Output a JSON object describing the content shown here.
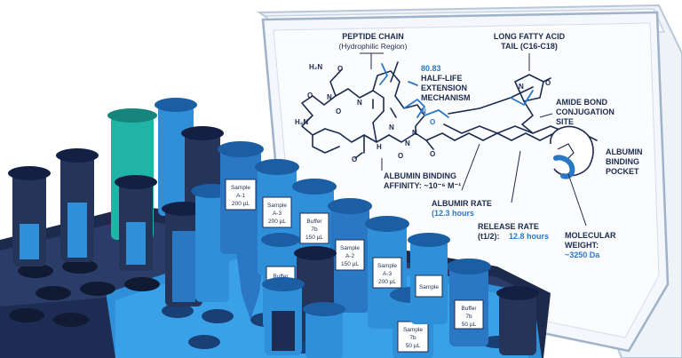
{
  "labels": {
    "peptide_title": "PEPTIDE CHAIN",
    "peptide_sub": "(Hydrophilic Region)",
    "half_life_value": "80.83",
    "half_life_l1": "HALF-LIFE",
    "half_life_l2": "EXTENSION",
    "half_life_l3": "MECHANISM",
    "fatty_l1": "LONG FATTY ACID",
    "fatty_l2": "TAIL (C16-C18)",
    "amide_l1": "AMIDE BOND",
    "amide_l2": "CONJUGATION",
    "amide_l3": "SITE",
    "pocket_l1": "ALBUMIN",
    "pocket_l2": "BINDING",
    "pocket_l3": "POCKET",
    "affinity_l1": "ALBUMIN BINDING",
    "affinity_l2": "AFFINITY: ~10⁻⁶ M⁻¹",
    "albumir_l1": "ALBUMIR RATE",
    "albumir_l2": "(12.3 hours",
    "release_l1": "RELEASE RATE",
    "release_l2": "(t1/2):",
    "release_val": "12.8 hours",
    "mw_l1": "MOLECULAR",
    "mw_l2": "WEIGHT:",
    "mw_val": "~3250 Da"
  },
  "atoms": {
    "n_top": "H₂N",
    "n_mid": "N",
    "o_top": "O",
    "o2": "O",
    "o3": "O",
    "h2n_left": "H₂N",
    "n_h1": "N",
    "n_h2": "N",
    "nh_low": "H",
    "n_low": "N",
    "o_low": "O",
    "o_low2": "O",
    "n_blue": "N",
    "o_blue": "O",
    "n_conj": "N",
    "o_conj": "O",
    "n_fatty": "N",
    "o_fatty": "O"
  },
  "tubes": [
    {
      "l1": "Sample",
      "l2": "A-1",
      "l3": "200 μL"
    },
    {
      "l1": "Sample",
      "l2": "A-3",
      "l3": "200 μL"
    },
    {
      "l1": "Buffer",
      "l2": "7b",
      "l3": "150 μL"
    },
    {
      "l1": "Sample",
      "l2": "A-2",
      "l3": "150 μL"
    },
    {
      "l1": "Sample",
      "l2": "A-3",
      "l3": "200 μL"
    },
    {
      "l1": "Buffer",
      "l2": "",
      "l3": ""
    },
    {
      "l1": "Sample",
      "l2": "7b",
      "l3": "50 μL"
    },
    {
      "l1": "Buffer",
      "l2": "7b",
      "l3": "50 μL"
    },
    {
      "l1": "Sample",
      "l2": "",
      "l3": ""
    }
  ]
}
